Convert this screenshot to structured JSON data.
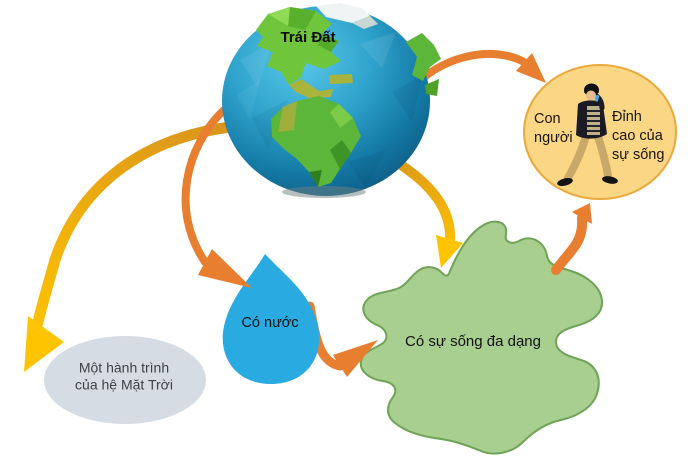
{
  "diagram": {
    "earth": {
      "label": "Trái Đất"
    },
    "journey": {
      "line1": "Một hành trình",
      "line2": "của hệ Mặt Trời"
    },
    "water": {
      "label": "Có nước"
    },
    "life": {
      "label": "Có sự sống đa dạng"
    },
    "human": {
      "left_line1": "Con",
      "left_line2": "người",
      "right_line1": "Đỉnh",
      "right_line2": "cao của",
      "right_line3": "sự sống"
    },
    "icons": {
      "human_figure": "person-icon",
      "earth_figure": "globe-icon"
    },
    "colors": {
      "arrow_orange": "#e87e2f",
      "arrow_gold": "#ffc400",
      "water_blue": "#29abe2",
      "life_green": "#a8ce90",
      "life_border": "#6fa356",
      "journey_gray": "#d5dce4",
      "human_fill": "#fbd684",
      "human_border": "#e9a93d",
      "ocean_blue": "#2fa3cc",
      "land_green": "#6fc63d"
    }
  }
}
